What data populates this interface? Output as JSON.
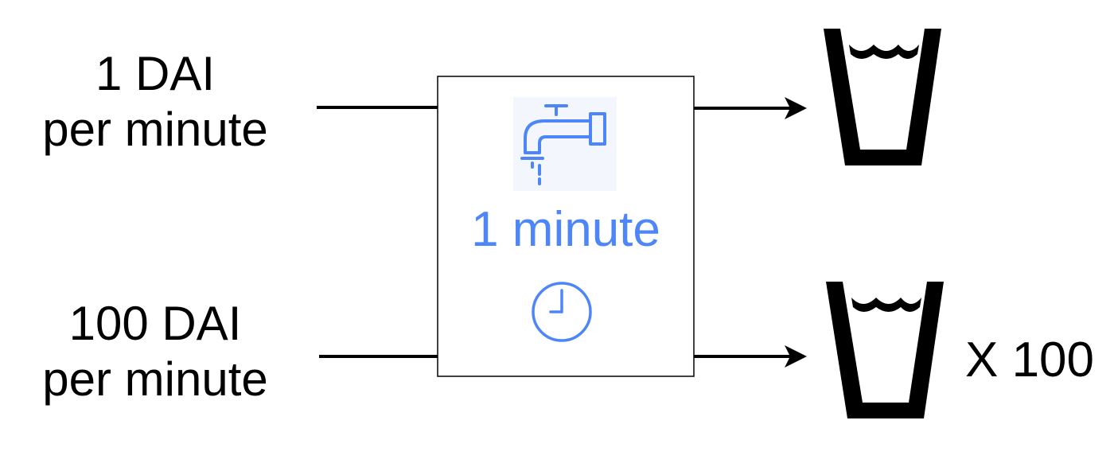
{
  "inputs": [
    {
      "line1": "1 DAI",
      "line2": "per minute"
    },
    {
      "line1": "100 DAI",
      "line2": "per minute"
    }
  ],
  "box": {
    "top_icon": "faucet-icon",
    "duration_label": "1 minute",
    "bottom_icon": "clock-icon"
  },
  "outputs": [
    {
      "icon": "water-glass-icon",
      "multiplier": ""
    },
    {
      "icon": "water-glass-icon",
      "multiplier": "X 100"
    }
  ],
  "colors": {
    "accent": "#4f86f7",
    "ink": "#000000",
    "icon_bg": "#f3f6fc"
  }
}
